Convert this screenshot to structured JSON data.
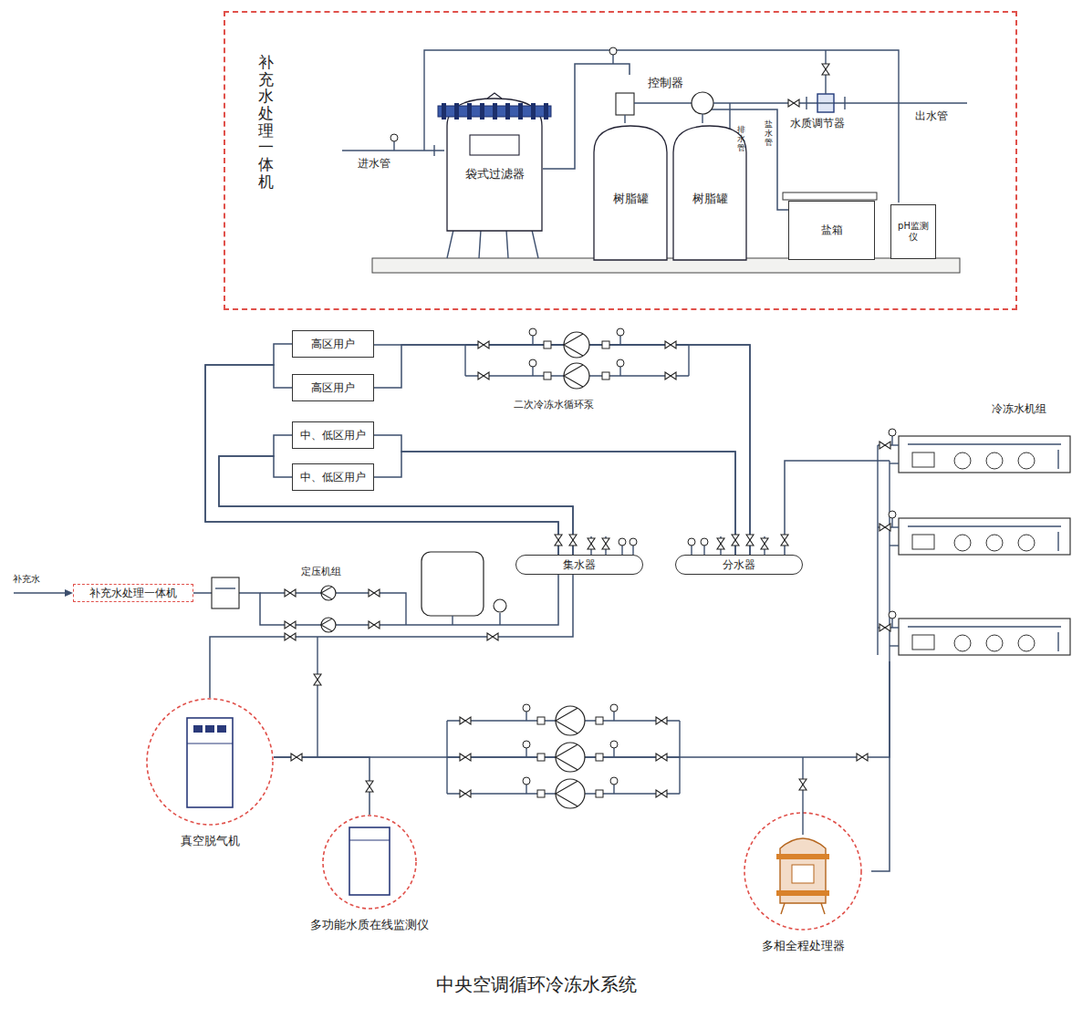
{
  "diagram": {
    "caption": "中央空调循环冷冻水系统",
    "nodes": [
      {
        "text": [
          "补充水处理一体机"
        ]
      },
      {
        "text": [
          "袋式过滤器"
        ],
        "in": 0
      },
      {
        "text": [
          "控制器"
        ],
        "in": 0
      },
      {
        "text": [
          "树脂罐"
        ],
        "in": 0
      },
      {
        "text": [
          "树脂罐"
        ],
        "in": 0
      },
      {
        "text": [
          "盐箱"
        ],
        "in": 0
      },
      {
        "text": [
          "pH监测仪"
        ],
        "in": 0
      },
      {
        "text": [
          "高区用户"
        ]
      },
      {
        "text": [
          "高区用户"
        ]
      },
      {
        "text": [
          "中、低区用户"
        ]
      },
      {
        "text": [
          "中、低区用户"
        ]
      },
      {
        "text": [
          "冷冻水机组"
        ]
      },
      {
        "text": [
          "集水器"
        ]
      },
      {
        "text": [
          "分水器"
        ]
      },
      {
        "text": [
          "补充水处理一体机"
        ]
      },
      {
        "text": [
          "真空脱气机"
        ]
      },
      {
        "text": [
          "多功能水质在线监测仪"
        ]
      },
      {
        "text": [
          "多相全程处理器"
        ]
      }
    ],
    "edges": [
      {
        "from": 1,
        "to": 2,
        "arrow": "none"
      },
      {
        "from": 2,
        "to": 5,
        "arrow": "none"
      },
      {
        "from": 13,
        "to": 7,
        "arrow": "none"
      },
      {
        "from": 13,
        "to": 8,
        "arrow": "none"
      },
      {
        "from": 13,
        "to": 9,
        "arrow": "none"
      },
      {
        "from": 13,
        "to": 10,
        "arrow": "none"
      },
      {
        "from": 7,
        "to": 12,
        "arrow": "none"
      },
      {
        "from": 8,
        "to": 12,
        "arrow": "none"
      },
      {
        "from": 9,
        "to": 12,
        "arrow": "none"
      },
      {
        "from": 10,
        "to": 12,
        "arrow": "none"
      },
      {
        "from": 14,
        "to": 12,
        "arrow": "none"
      },
      {
        "from": 12,
        "to": 15,
        "arrow": "none"
      },
      {
        "from": 15,
        "to": 11,
        "arrow": "none"
      },
      {
        "from": 15,
        "to": 16,
        "arrow": "none"
      },
      {
        "from": 17,
        "to": 11,
        "arrow": "none"
      },
      {
        "from": 11,
        "to": 13,
        "arrow": "none"
      }
    ],
    "labels": [
      "进水管",
      "排水管",
      "盐水管",
      "水质调节器",
      "出水管",
      "二次冷冻水循环泵",
      "补充水",
      "定压机组"
    ]
  }
}
